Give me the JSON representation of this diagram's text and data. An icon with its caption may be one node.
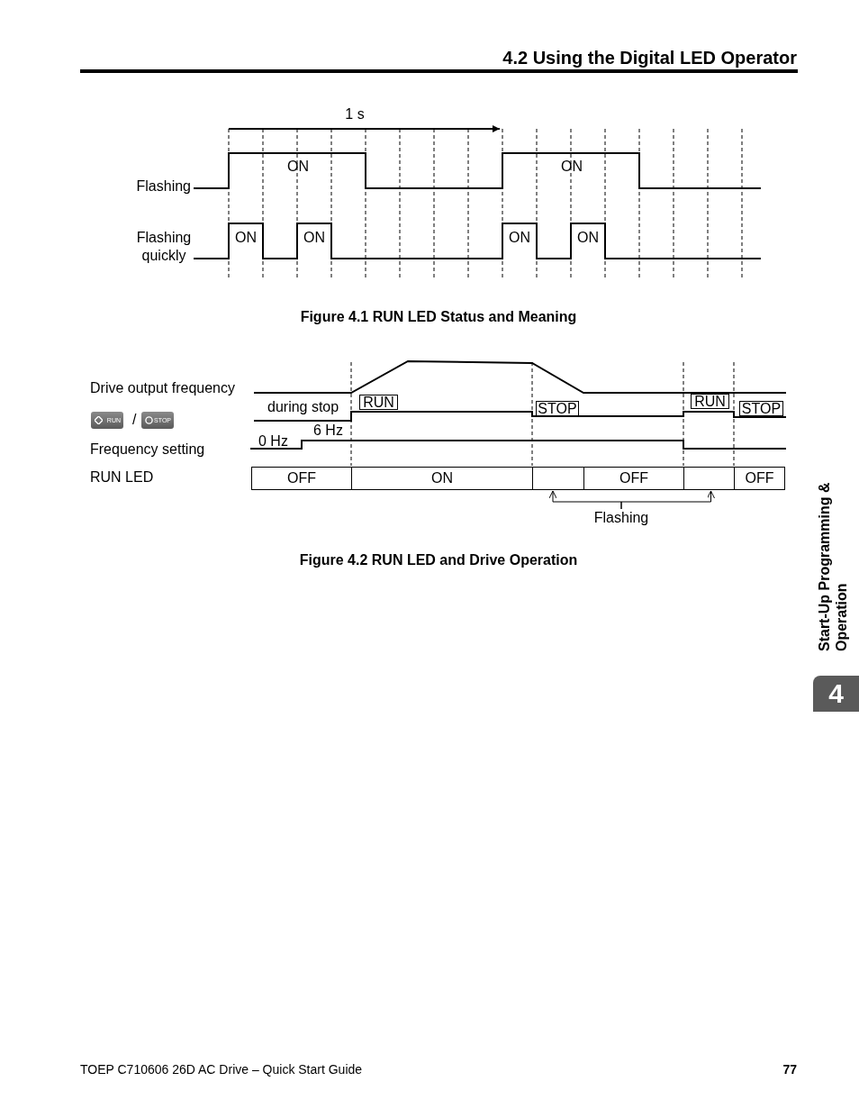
{
  "diagram": {
    "title": "4.2 Using the Digital LED Operator",
    "nodes": [
      {
        "text": [
          "RUN"
        ]
      },
      {
        "text": [
          "STOP"
        ]
      },
      {
        "text": [
          "RUN"
        ]
      },
      {
        "text": [
          "STOP"
        ]
      },
      {
        "text": [
          "OFF"
        ]
      },
      {
        "text": [
          "ON"
        ]
      },
      {
        "text": [],
        "shape": "box"
      },
      {
        "text": [
          "OFF"
        ]
      },
      {
        "text": [],
        "shape": "box"
      },
      {
        "text": [
          "OFF"
        ]
      },
      {
        "text": [
          "Flashing"
        ]
      },
      {
        "text": [
          "4"
        ]
      }
    ],
    "edges": [
      {
        "from": 10,
        "to": 6,
        "arrow": "to"
      },
      {
        "from": 10,
        "to": 8,
        "arrow": "to"
      }
    ],
    "labels": [
      "1 s",
      "ON",
      "ON",
      "Flashing",
      "ON",
      "ON",
      "ON",
      "ON",
      "Flashing quickly",
      "Figure 4.1 RUN LED Status and Meaning",
      "Drive output frequency",
      "during stop",
      "RUN",
      "/",
      "STOP",
      "6 Hz",
      "0 Hz",
      "Frequency setting",
      "RUN LED",
      "Figure 4.2 RUN LED and Drive Operation",
      "Start-Up Programming & Operation",
      "TOEP C710606 26D AC Drive – Quick Start Guide",
      "77"
    ]
  }
}
